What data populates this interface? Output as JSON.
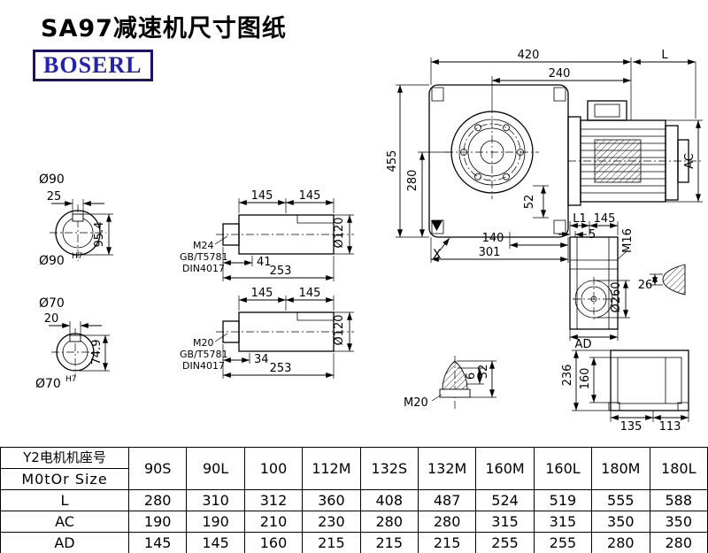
{
  "page": {
    "title": "SA97减速机尺寸图纸",
    "logo": "BOSERL"
  },
  "shaft_end_top": {
    "dia_label": "Ø90",
    "key_width": "25",
    "height": "95.4",
    "bore_label": "Ø90",
    "bore_tol": "H7"
  },
  "shaft_end_bottom": {
    "dia_label": "Ø70",
    "key_width": "20",
    "height": "74.9",
    "bore_label": "Ø70",
    "bore_tol": "H7"
  },
  "shaft_side_top": {
    "len1": "145",
    "len2": "145",
    "dia": "Ø120",
    "thread": "M24",
    "std1": "GB/T5781",
    "std2": "DIN4017",
    "key_len": "41",
    "total_len": "253"
  },
  "shaft_side_bottom": {
    "len1": "145",
    "len2": "145",
    "dia": "Ø120",
    "thread": "M20",
    "std1": "GB/T5781",
    "std2": "DIN4017",
    "key_len": "34",
    "total_len": "253"
  },
  "main_view": {
    "width_total": "420",
    "width_partial": "240",
    "motor_len": "L",
    "height_total": "455",
    "height_axis": "280",
    "motor_dia": "AC",
    "flange_offset": "52",
    "dim_140": "140",
    "base_len": "301",
    "section_label": "X"
  },
  "side_view": {
    "dim_l1": "L1",
    "dim_145": "145",
    "dim_5": "5",
    "thread": "M16",
    "flange_dia": "Ø260",
    "dim_26": "26",
    "dim_ad": "AD"
  },
  "plug_view": {
    "thread": "M20",
    "dim_6": "6",
    "dim_32": "32"
  },
  "rear_view": {
    "dim_236": "236",
    "dim_160": "160",
    "dim_135": "135",
    "dim_113": "113"
  },
  "table": {
    "header_cn": "Y2电机机座号",
    "header_en": "M0tOr Size",
    "columns": [
      "90S",
      "90L",
      "100",
      "112M",
      "132S",
      "132M",
      "160M",
      "160L",
      "180M",
      "180L"
    ],
    "rows": [
      {
        "label": "L",
        "values": [
          "280",
          "310",
          "312",
          "360",
          "408",
          "487",
          "524",
          "519",
          "555",
          "588"
        ]
      },
      {
        "label": "AC",
        "values": [
          "190",
          "190",
          "210",
          "230",
          "280",
          "280",
          "315",
          "315",
          "350",
          "350"
        ]
      },
      {
        "label": "AD",
        "values": [
          "145",
          "145",
          "160",
          "215",
          "215",
          "215",
          "255",
          "255",
          "280",
          "280"
        ]
      }
    ]
  }
}
